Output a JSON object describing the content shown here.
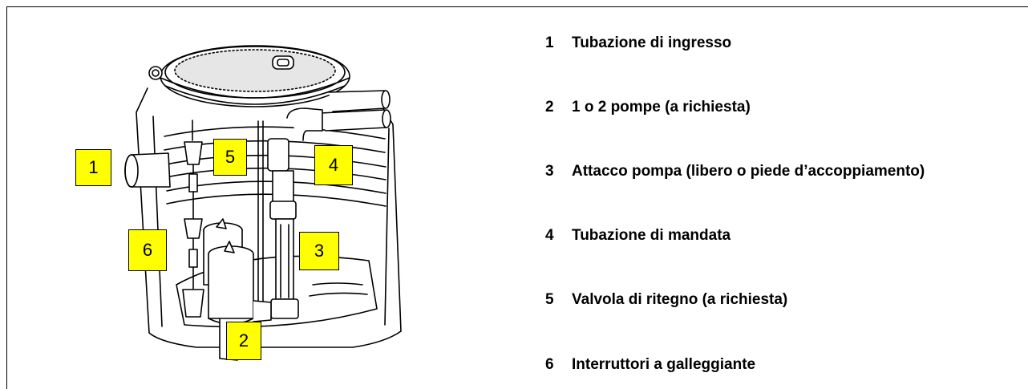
{
  "callouts": [
    {
      "id": "1",
      "label": "1"
    },
    {
      "id": "2",
      "label": "2"
    },
    {
      "id": "3",
      "label": "3"
    },
    {
      "id": "4",
      "label": "4"
    },
    {
      "id": "5",
      "label": "5"
    },
    {
      "id": "6",
      "label": "6"
    }
  ],
  "legend": [
    {
      "number": "1",
      "text": "Tubazione di ingresso"
    },
    {
      "number": "2",
      "text": "1 o 2 pompe (a richiesta)"
    },
    {
      "number": "3",
      "text": "Attacco pompa (libero o piede d’accoppiamento)"
    },
    {
      "number": "4",
      "text": "Tubazione di mandata"
    },
    {
      "number": "5",
      "text": "Valvola di ritegno (a richiesta)"
    },
    {
      "number": "6",
      "text": "Interruttori a galleggiante"
    }
  ],
  "colors": {
    "callout_fill": "#ffff00",
    "line": "#000000",
    "background": "#ffffff"
  }
}
